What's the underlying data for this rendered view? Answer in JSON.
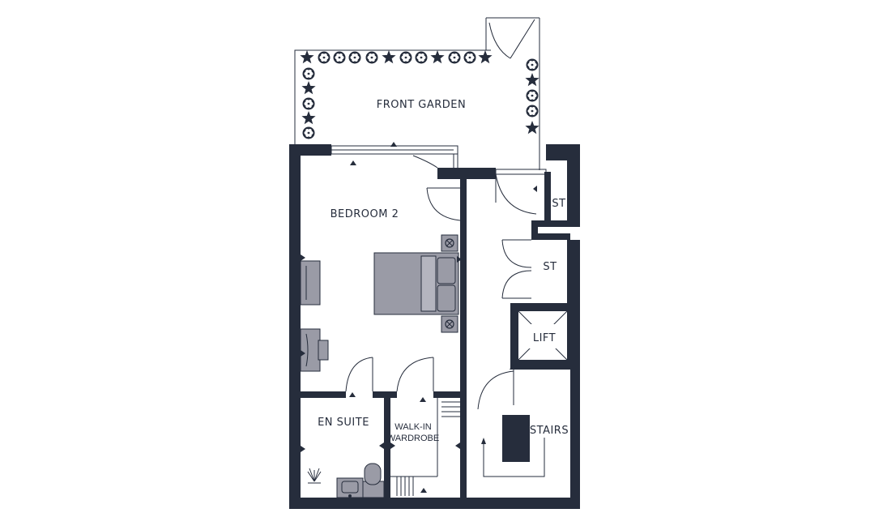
{
  "floorplan": {
    "rooms": {
      "front_garden": "FRONT GARDEN",
      "bedroom": "BEDROOM 2",
      "en_suite": "EN SUITE",
      "walk_in_line1": "WALK-IN",
      "walk_in_line2": "WARDROBE",
      "store_top": "ST",
      "store_mid": "ST",
      "lift": "LIFT",
      "stairs": "STAIRS"
    },
    "colors": {
      "wall": "#262d3c",
      "furniture": "#9a9ba6",
      "outline": "#262d3c",
      "background": "#ffffff"
    }
  }
}
